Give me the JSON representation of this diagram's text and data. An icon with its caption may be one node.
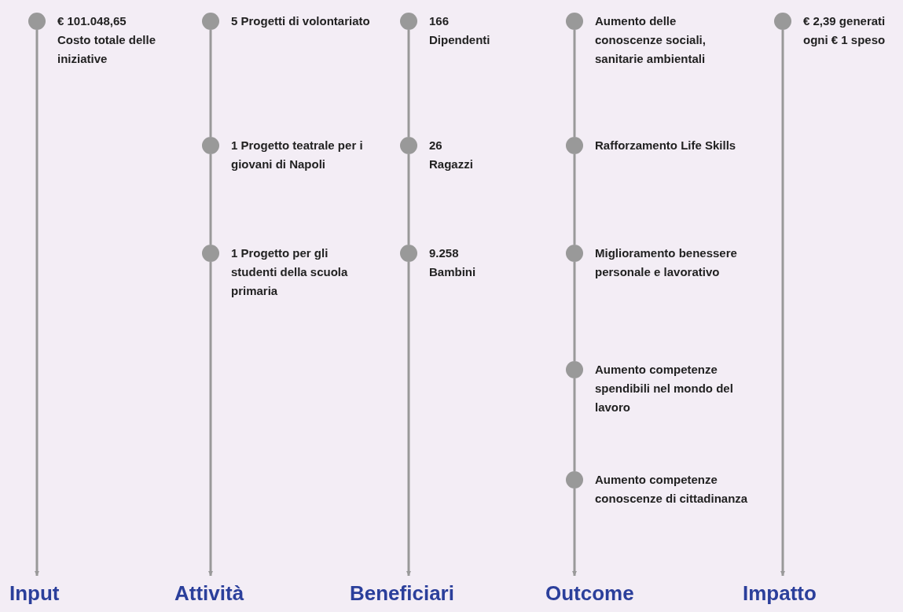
{
  "diagram": {
    "nodes": [
      {
        "text": [],
        "shape": "circle",
        "beside": [
          "€ 101.048,65",
          "Costo totale delle iniziative"
        ]
      },
      {
        "text": [
          "Input"
        ]
      },
      {
        "text": [],
        "shape": "circle",
        "beside": [
          "5 Progetti di volontariato"
        ]
      },
      {
        "text": [],
        "shape": "circle",
        "beside": [
          "1 Progetto teatrale per i giovani di Napoli"
        ]
      },
      {
        "text": [],
        "shape": "circle",
        "beside": [
          "1 Progetto per gli studenti della scuola primaria"
        ]
      },
      {
        "text": [
          "Attività"
        ]
      },
      {
        "text": [],
        "shape": "circle",
        "beside": [
          "166",
          "Dipendenti"
        ]
      },
      {
        "text": [],
        "shape": "circle",
        "beside": [
          "26",
          "Ragazzi"
        ]
      },
      {
        "text": [],
        "shape": "circle",
        "beside": [
          "9.258",
          "Bambini"
        ]
      },
      {
        "text": [
          "Beneficiari"
        ]
      },
      {
        "text": [],
        "shape": "circle",
        "beside": [
          "Aumento delle conoscenze sociali, sanitarie ambientali"
        ]
      },
      {
        "text": [],
        "shape": "circle",
        "beside": [
          "Rafforzamento Life Skills"
        ]
      },
      {
        "text": [],
        "shape": "circle",
        "beside": [
          "Miglioramento benessere personale e lavorativo"
        ]
      },
      {
        "text": [],
        "shape": "circle",
        "beside": [
          "Aumento competenze spendibili nel mondo del lavoro"
        ]
      },
      {
        "text": [],
        "shape": "circle",
        "beside": [
          "Aumento competenze conoscenze di cittadinanza"
        ]
      },
      {
        "text": [
          "Outcome"
        ]
      },
      {
        "text": [],
        "shape": "circle",
        "beside": [
          "€ 2,39 generati ogni € 1 speso"
        ]
      },
      {
        "text": [
          "Impatto"
        ]
      }
    ],
    "edges": [
      {
        "from": 0,
        "to": 1,
        "arrow": "to"
      },
      {
        "from": 2,
        "to": 3,
        "arrow": "none"
      },
      {
        "from": 3,
        "to": 4,
        "arrow": "none"
      },
      {
        "from": 4,
        "to": 5,
        "arrow": "to"
      },
      {
        "from": 6,
        "to": 7,
        "arrow": "none"
      },
      {
        "from": 7,
        "to": 8,
        "arrow": "none"
      },
      {
        "from": 8,
        "to": 9,
        "arrow": "to"
      },
      {
        "from": 10,
        "to": 11,
        "arrow": "none"
      },
      {
        "from": 11,
        "to": 12,
        "arrow": "none"
      },
      {
        "from": 12,
        "to": 13,
        "arrow": "none"
      },
      {
        "from": 13,
        "to": 14,
        "arrow": "none"
      },
      {
        "from": 14,
        "to": 15,
        "arrow": "to"
      },
      {
        "from": 16,
        "to": 17,
        "arrow": "to"
      }
    ]
  }
}
